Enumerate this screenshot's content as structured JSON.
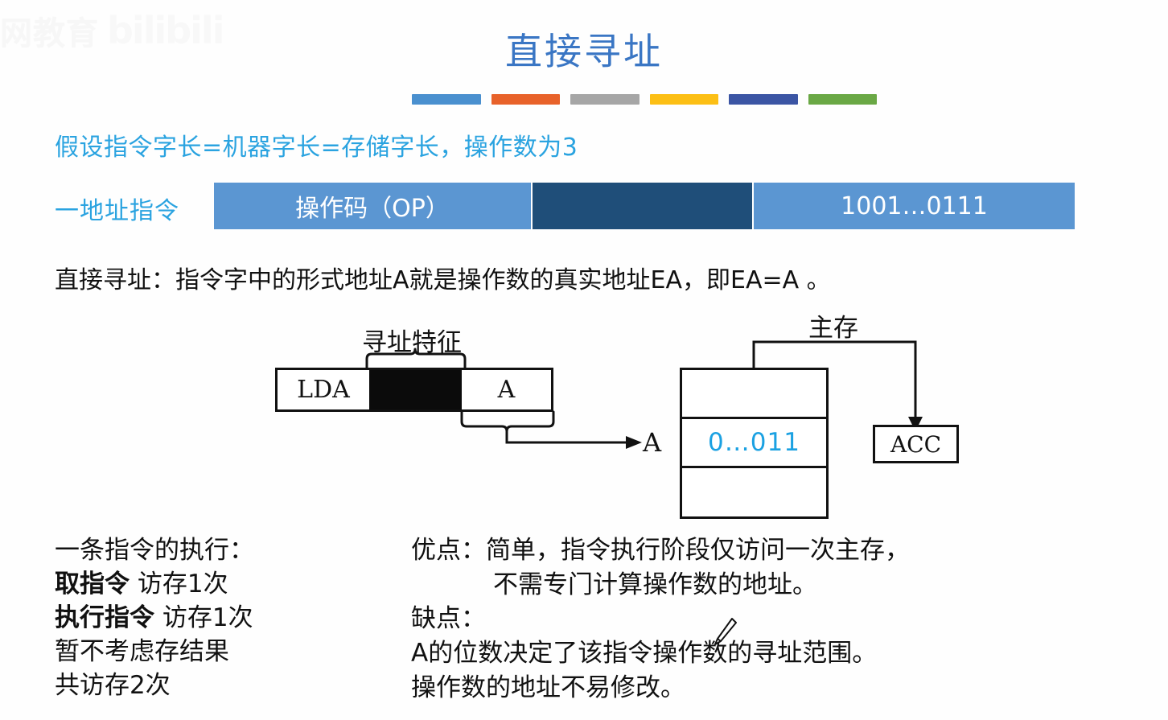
{
  "watermark": {
    "cn_text": "网教育",
    "logo_text": "bilibili"
  },
  "title": {
    "text": "直接寻址"
  },
  "title_rule": {
    "colors": [
      "#4a90cf",
      "#e8622a",
      "#a6a6a6",
      "#fcbf15",
      "#3b55a4",
      "#6aa845"
    ]
  },
  "assumption": {
    "text": "假设指令字长=机器字长=存储字长，操作数为3"
  },
  "format_strip": {
    "label": "一地址指令",
    "cells": [
      {
        "text": "操作码（OP）",
        "color": "#5b96d2"
      },
      {
        "text": "",
        "color": "#1f4e79"
      },
      {
        "text": "1001…0111",
        "color": "#5b96d2"
      }
    ]
  },
  "definition": {
    "text": "直接寻址：指令字中的形式地址A就是操作数的真实地址EA，即EA=A 。"
  },
  "diagram": {
    "addressing_feature_label": "寻址特征",
    "main_memory_label": "主存",
    "instruction": {
      "opcode": "LDA",
      "feature_field": "",
      "address_field": "A"
    },
    "arrow_label": "A",
    "memory_value": "0…011",
    "acc_label": "ACC"
  },
  "execution": {
    "heading": "一条指令的执行：",
    "lines": [
      {
        "bold": "取指令",
        "rest": " 访存1次"
      },
      {
        "bold": "执行指令",
        "rest": " 访存1次"
      },
      {
        "bold": "",
        "rest": "暂不考虑存结果"
      },
      {
        "bold": "",
        "rest": "共访存2次"
      }
    ]
  },
  "pros": {
    "line1": "优点：简单，指令执行阶段仅访问一次主存，",
    "line2": "不需专门计算操作数的地址。"
  },
  "cons": {
    "heading": "缺点：",
    "line1": "A的位数决定了该指令操作数的寻址范围。",
    "line2": "操作数的地址不易修改。"
  }
}
